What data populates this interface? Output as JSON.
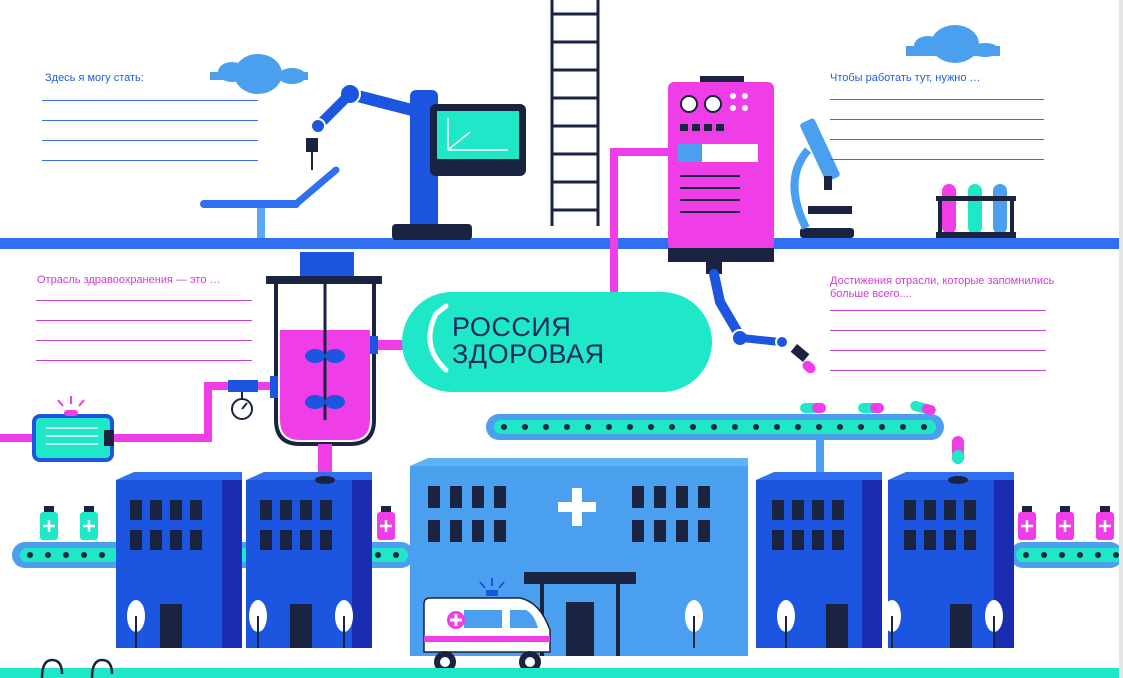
{
  "prompts": {
    "can_become": "Здесь я могу стать:",
    "need_to_work": "Чтобы работать тут, нужно …",
    "industry_is": "Отрасль здравоохранения — это …",
    "achievements": "Достижения отрасли, которые запомнились больше всего...."
  },
  "banner": {
    "line1": "РОССИЯ",
    "line2": "ЗДОРОВАЯ"
  },
  "colors": {
    "blue_dark": "#1c3fd6",
    "blue_mid": "#2f6ff0",
    "blue_light": "#5aa8f5",
    "magenta": "#ef3ee8",
    "cyan": "#1ee8c8",
    "navy": "#1a2340"
  },
  "icons": [
    "cloud-icon",
    "robot-arm-icon",
    "monitor-icon",
    "ladder-icon",
    "analyzer-machine-icon",
    "microscope-icon",
    "test-tubes-icon",
    "reactor-tank-icon",
    "pump-icon",
    "conveyor-icon",
    "hospital-cross-icon",
    "ambulance-icon",
    "pill-icon",
    "medicine-bottle-icon",
    "tree-icon"
  ]
}
